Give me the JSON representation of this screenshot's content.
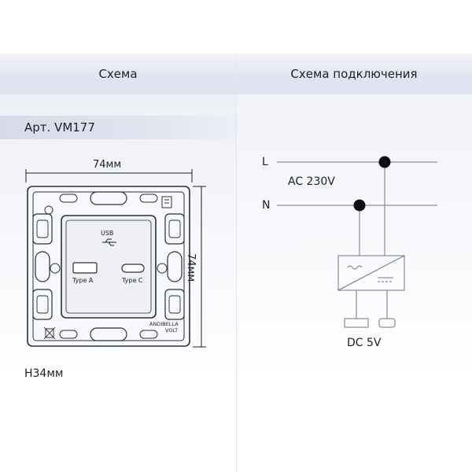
{
  "header": {
    "left_title": "Схема",
    "right_title": "Схема подключения"
  },
  "article": "Арт. VM177",
  "device": {
    "width_label": "74мм",
    "height_label": "74мм",
    "depth_label": "Н34мм",
    "usb_label": "USB",
    "port_a_label": "Type A",
    "port_c_label": "Type C",
    "brand_line1": "ANDIBELLA",
    "brand_line2": "VOLT"
  },
  "wiring": {
    "line_label": "L",
    "neutral_label": "N",
    "input_label": "AC 230V",
    "output_label": "DC 5V"
  }
}
